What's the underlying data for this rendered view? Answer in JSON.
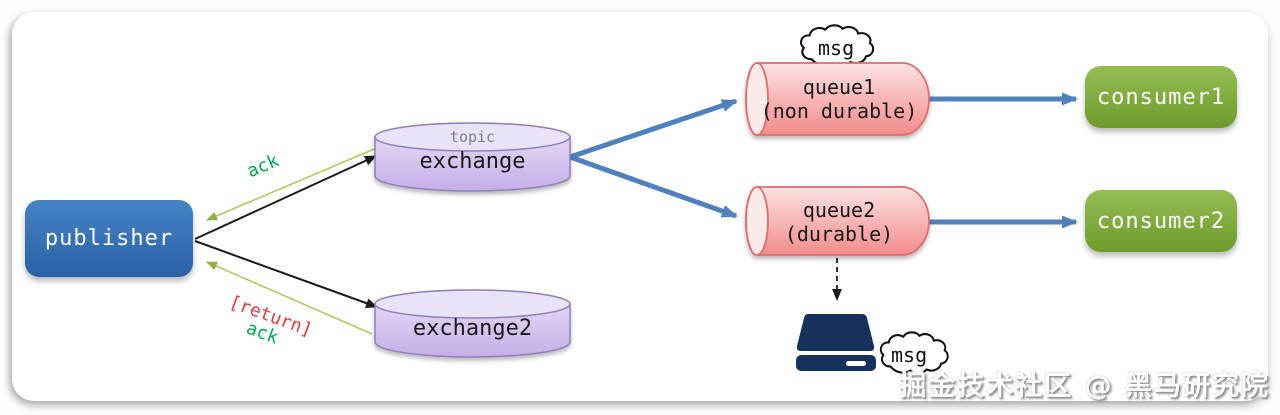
{
  "nodes": {
    "publisher": "publisher",
    "exchange_type": "topic",
    "exchange": "exchange",
    "exchange2": "exchange2",
    "queue1_name": "queue1",
    "queue1_durability": "(non durable)",
    "queue2_name": "queue2",
    "queue2_durability": "(durable)",
    "consumer1": "consumer1",
    "consumer2": "consumer2"
  },
  "labels": {
    "msg_top": "msg",
    "msg_bottom": "msg",
    "ack_top": "ack",
    "return": "[return]",
    "ack_bottom": "ack"
  },
  "watermark": "掘金技术社区 @ 黑马研究院",
  "colors": {
    "publisher_blue": "#3a76ba",
    "consumer_green": "#83ad3f",
    "exchange_purple": "#d5c6ef",
    "exchange_border": "#9080b8",
    "queue_pink": "#f8b5b5",
    "queue_border": "#dd6e6e",
    "arrow_blue": "#4f81bd",
    "arrow_black": "#1a1a1a",
    "ack_line_green": "#b2c763",
    "ack_text_green": "#00a650",
    "return_text_red": "#e03a3a",
    "disk_navy": "#16325c"
  }
}
